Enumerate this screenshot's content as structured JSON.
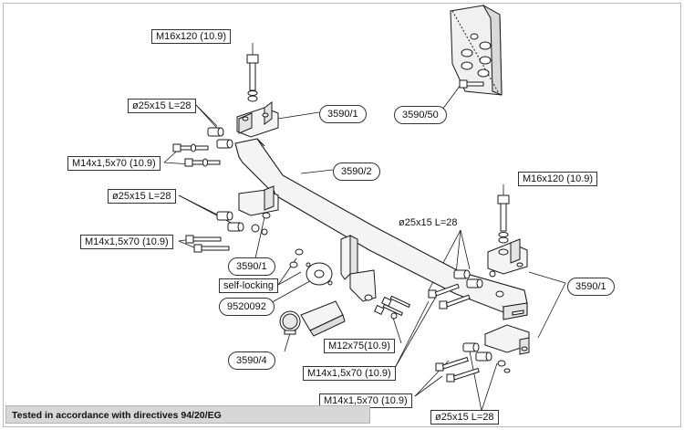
{
  "labels": {
    "bolt_top_left": "M16x120 (10.9)",
    "spacer_left_upper": "ø25x15 L=28",
    "part_bracket_upper": "3590/1",
    "bolt_left_upper": "M14x1,5x70 (10.9)",
    "part_beam": "3590/2",
    "spacer_left_lower": "ø25x15 L=28",
    "bolt_left_lower": "M14x1,5x70 (10.9)",
    "part_bracket_lower": "3590/1",
    "self_locking": "self-locking",
    "part_socket_plate": "9520092",
    "part_ball": "3590/4",
    "bolt_center": "M12x75(10.9)",
    "bolt_right_upper": "M14x1,5x70 (10.9)",
    "bolt_right_lower": "M14x1,5x70 (10.9)",
    "spacer_right_lower": "ø25x15 L=28",
    "spacer_right_upper": "ø25x15 L=28",
    "bolt_top_right": "M16x120 (10.9)",
    "part_bracket_right": "3590/1",
    "part_inset": "3590/50"
  },
  "footer": "Tested in accordance with directives 94/20/EG",
  "colors": {
    "line": "#1a1a1a",
    "metal": "#f4f4f4",
    "shadow": "#c8c8c8",
    "footer_bg": "#d7d7d7"
  }
}
